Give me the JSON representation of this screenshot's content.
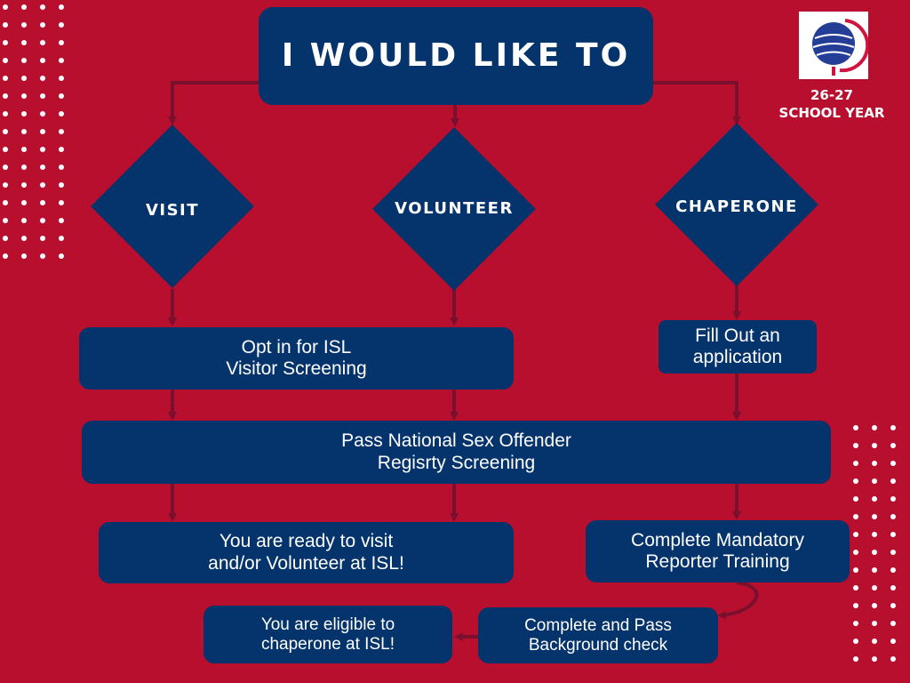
{
  "title": "I WOULD LIKE TO",
  "school_year": {
    "line1": "26-27",
    "line2": "SCHOOL YEAR"
  },
  "choices": {
    "visit": "VISIT",
    "volunteer": "VOLUNTEER",
    "chaperone": "CHAPERONE"
  },
  "steps": {
    "opt_in": "Opt in for ISL\nVisitor Screening",
    "fill_out": "Fill Out an\napplication",
    "pass_registry": "Pass National Sex Offender\nRegisrty Screening",
    "ready": "You are ready to visit\nand/or Volunteer at ISL!",
    "mandatory_training": "Complete Mandatory\nReporter Training",
    "background_check": "Complete and Pass\nBackground check",
    "eligible": "You are eligible to\nchaperone at ISL!"
  },
  "colors": {
    "background": "#B90F2F",
    "box": "#05336B",
    "arrow": "#7A0F2E",
    "text": "#ffffff"
  }
}
